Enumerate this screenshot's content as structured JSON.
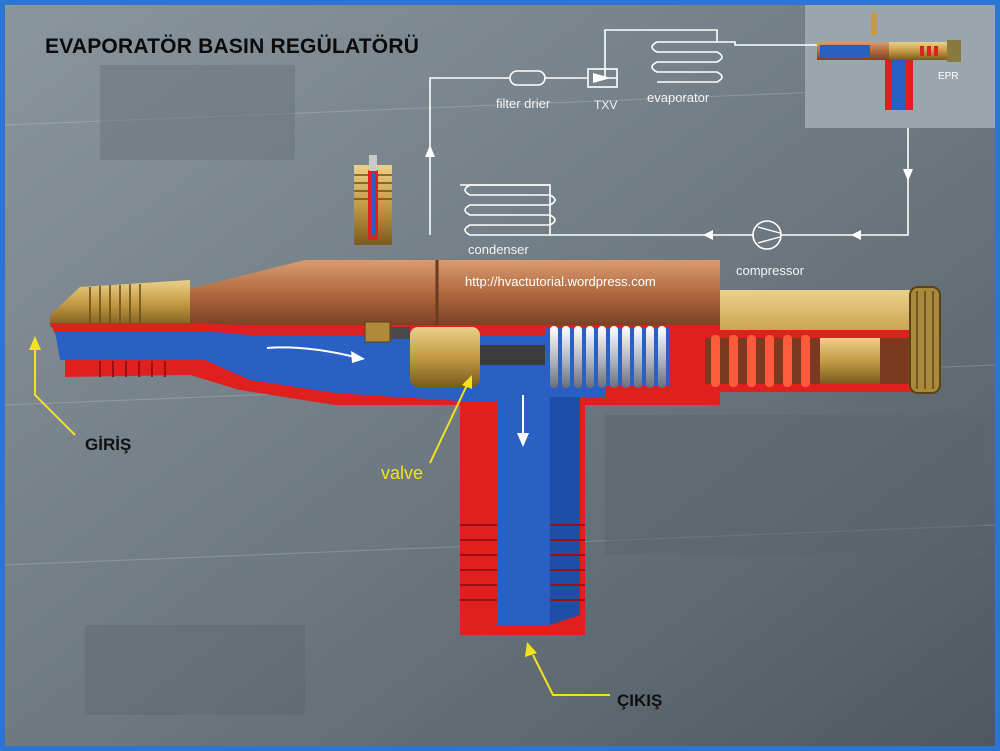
{
  "title": "EVAPORATÖR BASIN REGÜLATÖRÜ",
  "labels": {
    "inlet": "GİRİŞ",
    "outlet": "ÇIKIŞ",
    "valve": "valve"
  },
  "cycle": {
    "filter_drier": "filter drier",
    "txv": "TXV",
    "evaporator": "evaporator",
    "condenser": "condenser",
    "compressor": "compressor",
    "epr": "EPR"
  },
  "watermark": "http://hvactutorial.wordpress.com",
  "colors": {
    "frame": "#2a76d2",
    "refrigerant": "#2a5fc4",
    "cut_section": "#e0201e",
    "copper": "#b06a40",
    "brass": "#c9a24a",
    "annotation": "#f5e21c",
    "cycle_lines": "#ffffff"
  }
}
